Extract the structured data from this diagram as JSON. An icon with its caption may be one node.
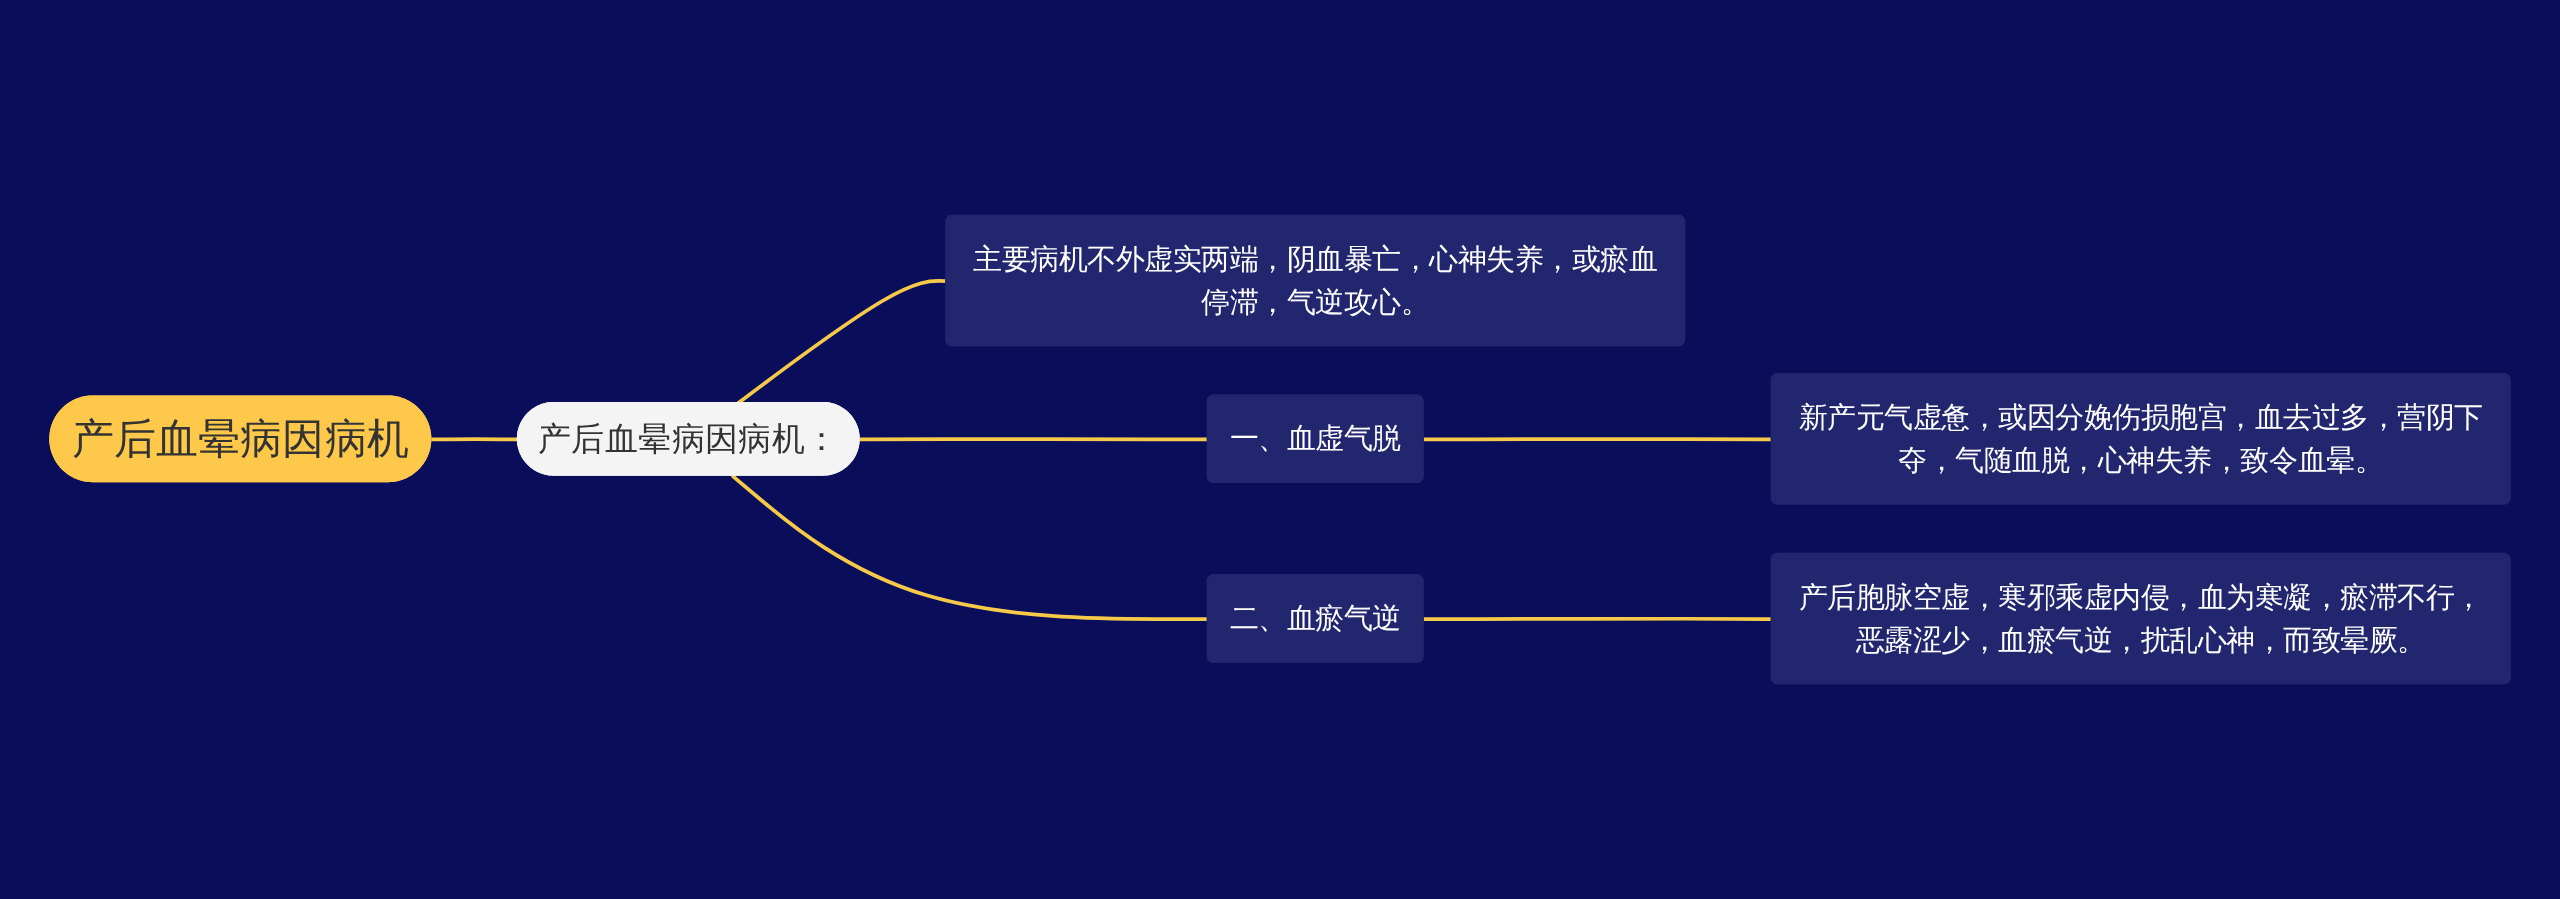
{
  "diagram": {
    "nodes": [
      {
        "text": [
          "产后血晕病因病机"
        ]
      },
      {
        "text": [
          "产后血晕病因病机："
        ]
      },
      {
        "text": [
          "主要病机不外虚实两端，阴血暴亡，心神失养，或瘀血停滞，气逆攻心。"
        ]
      },
      {
        "text": [
          "一、血虚气脱"
        ]
      },
      {
        "text": [
          "新产元气虚惫，或因分娩伤损胞宫，血去过多，营阴下夺，气随血脱，心神失养，致令血晕。"
        ]
      },
      {
        "text": [
          "二、血瘀气逆"
        ]
      },
      {
        "text": [
          "产后胞脉空虚，寒邪乘虚内侵，血为寒凝，瘀滞不行，恶露涩少，血瘀气逆，扰乱心神，而致晕厥。"
        ]
      }
    ],
    "edges": [
      {
        "from": 0,
        "to": 1,
        "arrow": "none"
      },
      {
        "from": 1,
        "to": 2,
        "arrow": "none"
      },
      {
        "from": 1,
        "to": 3,
        "arrow": "none"
      },
      {
        "from": 1,
        "to": 5,
        "arrow": "none"
      },
      {
        "from": 3,
        "to": 4,
        "arrow": "none"
      },
      {
        "from": 5,
        "to": 6,
        "arrow": "none"
      }
    ]
  }
}
